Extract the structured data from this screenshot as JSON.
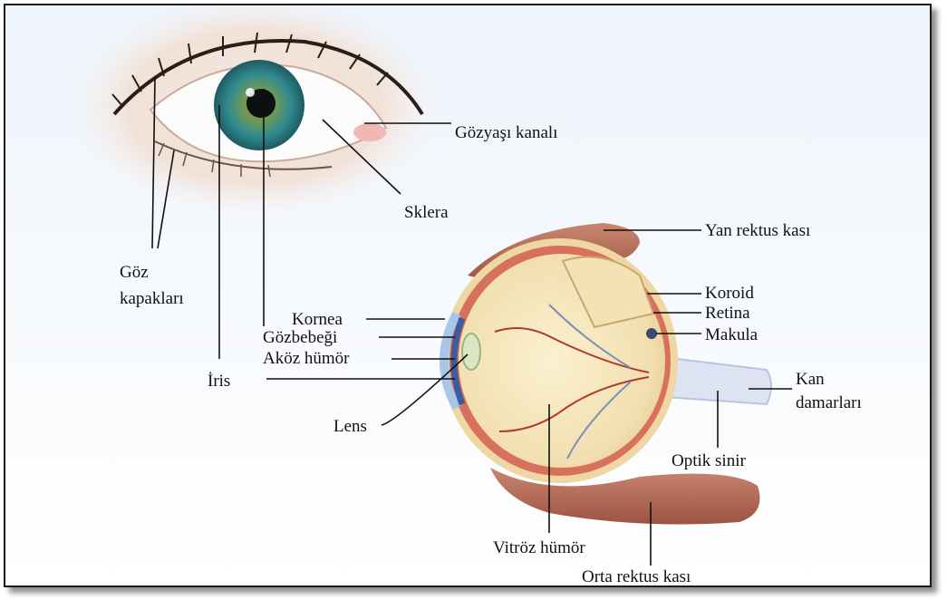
{
  "labels": {
    "gozyasi_kanali": "Gözyaşı kanalı",
    "sklera": "Sklera",
    "goz_kapaklari_1": "Göz",
    "goz_kapaklari_2": "kapakları",
    "iris": "İris",
    "kornea": "Kornea",
    "gozbebegi": "Gözbebeği",
    "akoz_humor": "Aköz hümör",
    "lens": "Lens",
    "yan_rektus": "Yan rektus kası",
    "koroid": "Koroid",
    "retina": "Retina",
    "makula": "Makula",
    "kan_damarlari_1": "Kan",
    "kan_damarlari_2": "damarları",
    "optik_sinir": "Optik sinir",
    "vitroz_humor": "Vitröz hümör",
    "orta_rektus": "Orta rektus kası"
  },
  "colors": {
    "frame_border": "#1a1a1a",
    "background_top": "#eef4fb",
    "label_text": "#111111",
    "iris_teal": "#2f8a8f",
    "muscle": "#b56a55",
    "eyeball_fill": "#f6e8c3",
    "choroid": "#d8705e",
    "vessel_red": "#b23a2c",
    "vessel_blue": "#7d8fb8"
  }
}
